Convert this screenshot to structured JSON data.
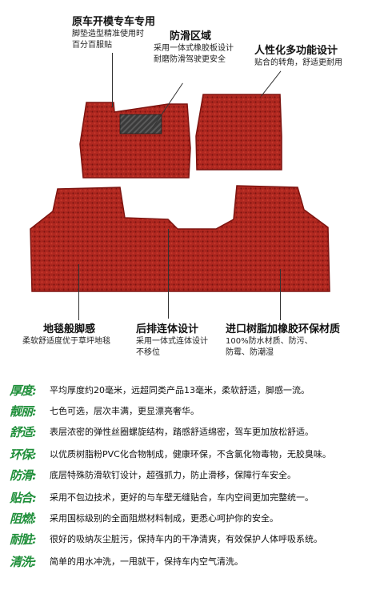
{
  "callouts": [
    {
      "id": "oem",
      "title": "原车开模专车专用",
      "lines": [
        "脚垫造型精准使用时",
        "百分百服贴"
      ]
    },
    {
      "id": "antislip",
      "title": "防滑区域",
      "lines": [
        "采用一体式橡胶板设计",
        "耐磨防滑驾驶更安全"
      ]
    },
    {
      "id": "humanized",
      "title": "人性化多功能设计",
      "lines": [
        "贴合的转角，舒适更耐用"
      ]
    },
    {
      "id": "carpet",
      "title": "地毯般脚感",
      "lines": [
        "柔软舒适度优于草坪地毯"
      ]
    },
    {
      "id": "rear",
      "title": "后排连体设计",
      "lines": [
        "采用一体式连体设计",
        "不移位"
      ]
    },
    {
      "id": "material",
      "title": "进口树脂加橡胶环保材质",
      "lines": [
        "100%防水材质、防污、",
        "防霉、防潮湿"
      ]
    }
  ],
  "features": [
    {
      "label": "厚度:",
      "text": "平均厚度约20毫米，远超同类产品13毫米，柔软舒适，脚感一流。"
    },
    {
      "label": "靓丽:",
      "text": "七色可选，层次丰满，更显漂亮奢华。"
    },
    {
      "label": "舒适:",
      "text": "表层浓密的弹性丝圈螺旋结构，踏感舒适绵密，驾车更加放松舒适。"
    },
    {
      "label": "环保:",
      "text": "以优质树脂粉PVC化合物制成，健康环保，不含氯化物毒物，无胶臭味。"
    },
    {
      "label": "防滑:",
      "text": "底层特殊防滑软钉设计，超强抓力，防止滑移，保障行车安全。"
    },
    {
      "label": "贴合:",
      "text": "采用不包边技术，更好的与车壁无缝贴合，车内空间更加完整统一。"
    },
    {
      "label": "阻燃:",
      "text": "采用国标级别的全面阻燃材料制成，更悉心呵护你的安全。"
    },
    {
      "label": "耐脏:",
      "text": "很好的吸纳灰尘脏污，保持车内的干净清爽，有效保护人体呼吸系统。"
    },
    {
      "label": "清洗:",
      "text": "简单的用水冲洗，一甩就干，保持车内空气清洗。"
    }
  ],
  "colors": {
    "mat": "#b02820",
    "mat_dark": "#7d1410",
    "label_green": "#1f8f3a",
    "heel_pad": "#3a3a3a"
  }
}
